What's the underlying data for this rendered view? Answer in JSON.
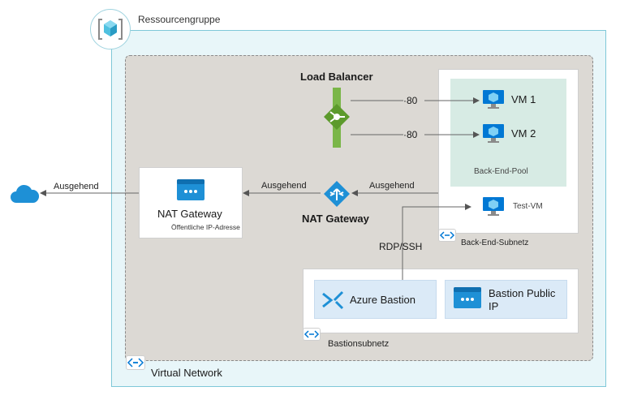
{
  "resource_group": {
    "label": "Ressourcengruppe",
    "icon": "resource-group-icon"
  },
  "virtual_network": {
    "label": "Virtual Network",
    "icon": "vnet-icon"
  },
  "load_balancer": {
    "label": "Load Balancer",
    "icon": "load-balancer-icon"
  },
  "ports": {
    "vm1_port": "·80",
    "vm2_port": "·80"
  },
  "vms": [
    {
      "label": "VM 1",
      "icon": "vm-icon"
    },
    {
      "label": "VM 2",
      "icon": "vm-icon"
    }
  ],
  "backend_pool": {
    "label": "Back-End-Pool"
  },
  "test_vm": {
    "label": "Test-VM",
    "icon": "vm-icon"
  },
  "backend_subnet": {
    "label": "Back-End-Subnetz",
    "icon": "subnet-icon"
  },
  "nat_gateway_center": {
    "label": "NAT Gateway",
    "icon": "nat-gateway-icon"
  },
  "nat_gateway_card": {
    "label": "NAT Gateway",
    "sublabel": "Öffentliche IP-Adresse",
    "icon": "public-ip-icon"
  },
  "arrows": {
    "outbound_internet": "Ausgehend",
    "outbound_nat_card": "Ausgehend",
    "outbound_backend": "Ausgehend"
  },
  "rdp": {
    "label": "RDP/SSH"
  },
  "bastion": {
    "label": "Azure Bastion",
    "icon": "bastion-icon"
  },
  "bastion_ip": {
    "label": "Bastion Public IP",
    "icon": "public-ip-icon"
  },
  "bastion_subnet": {
    "label": "Bastionsubnetz",
    "icon": "subnet-icon"
  },
  "internet": {
    "icon": "cloud-icon"
  },
  "colors": {
    "accent": "#0078d4",
    "lb_green": "#7ab648",
    "rg_fill": "#e8f6f9",
    "vnet_fill": "#dcd9d4",
    "pool_fill": "#d7ebe4",
    "card_fill": "#dbeaf7"
  }
}
